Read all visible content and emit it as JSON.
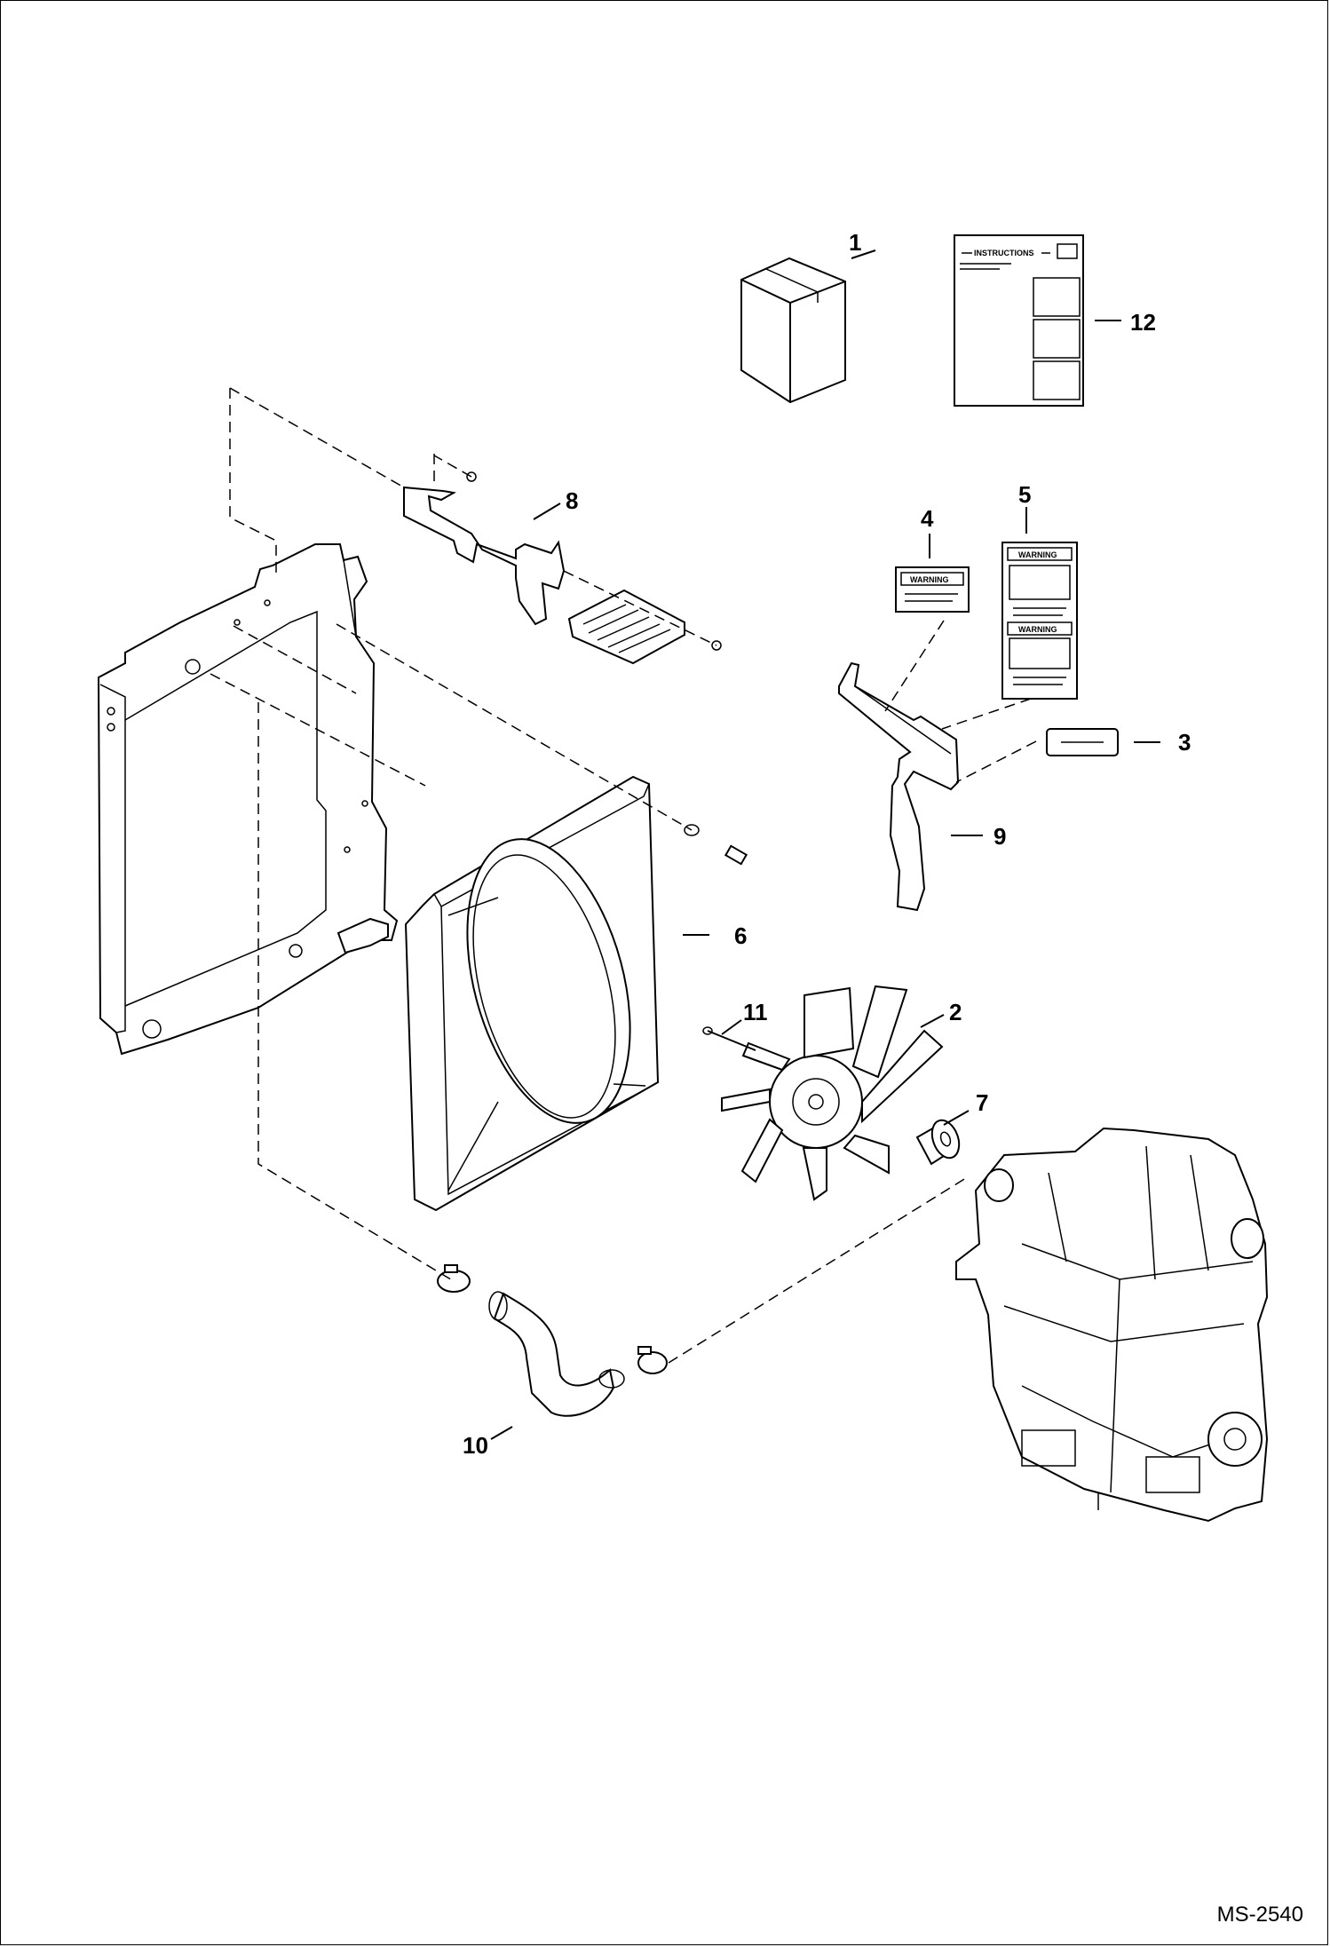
{
  "figure_ref": "MS-2540",
  "callouts": {
    "c1": "1",
    "c2": "2",
    "c3": "3",
    "c4": "4",
    "c5": "5",
    "c6": "6",
    "c7": "7",
    "c8": "8",
    "c9": "9",
    "c10": "10",
    "c11": "11",
    "c12": "12"
  },
  "labels": {
    "instructions": "INSTRUCTIONS",
    "warning": "WARNING"
  }
}
